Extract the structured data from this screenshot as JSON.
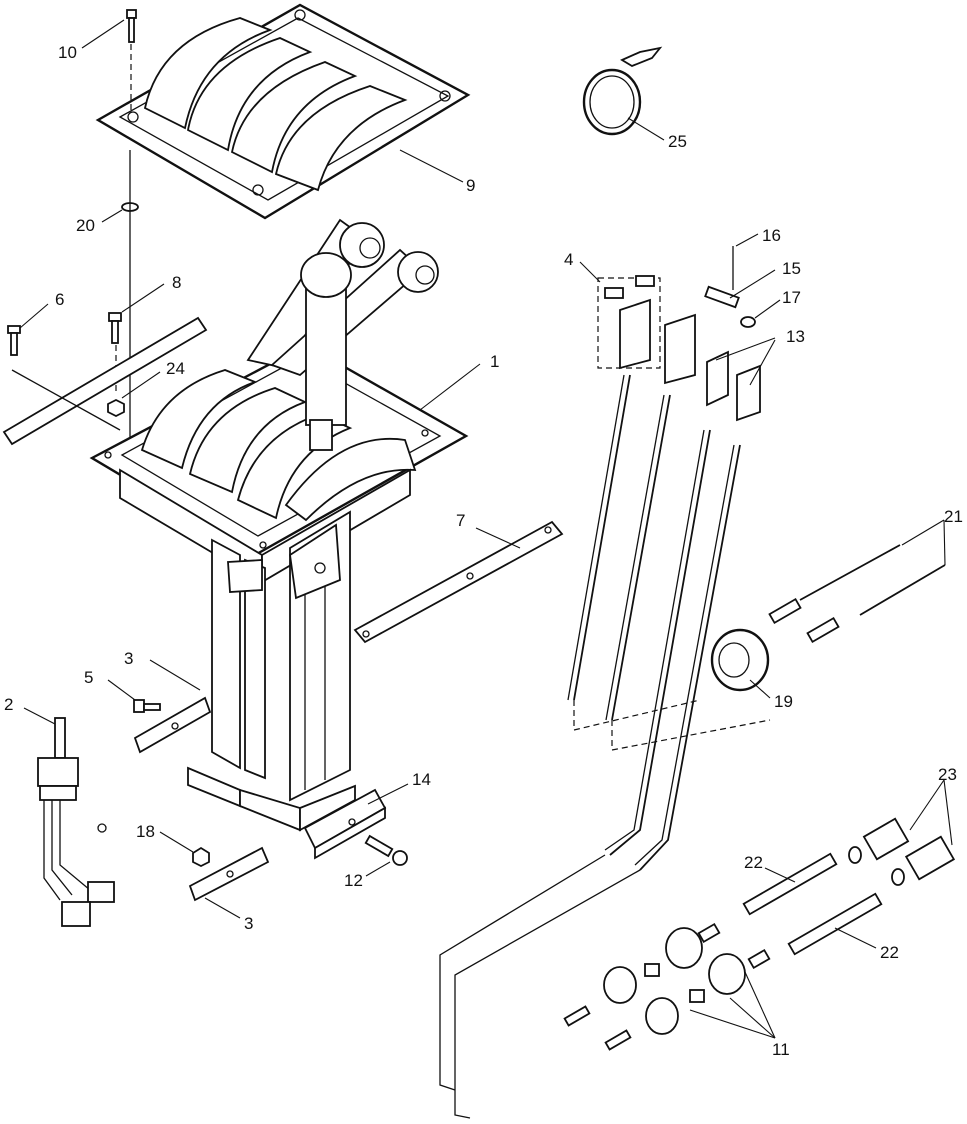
{
  "callouts": {
    "c10": "10",
    "c25": "25",
    "c9": "9",
    "c20": "20",
    "c16": "16",
    "c4": "4",
    "c15": "15",
    "c6": "6",
    "c8": "8",
    "c17": "17",
    "c13": "13",
    "c24": "24",
    "c1": "1",
    "c7": "7",
    "c21": "21",
    "c3a": "3",
    "c5": "5",
    "c19": "19",
    "c2": "2",
    "c23": "23",
    "c14": "14",
    "c18": "18",
    "c12": "12",
    "c22a": "22",
    "c3b": "3",
    "c22b": "22",
    "c11": "11"
  }
}
